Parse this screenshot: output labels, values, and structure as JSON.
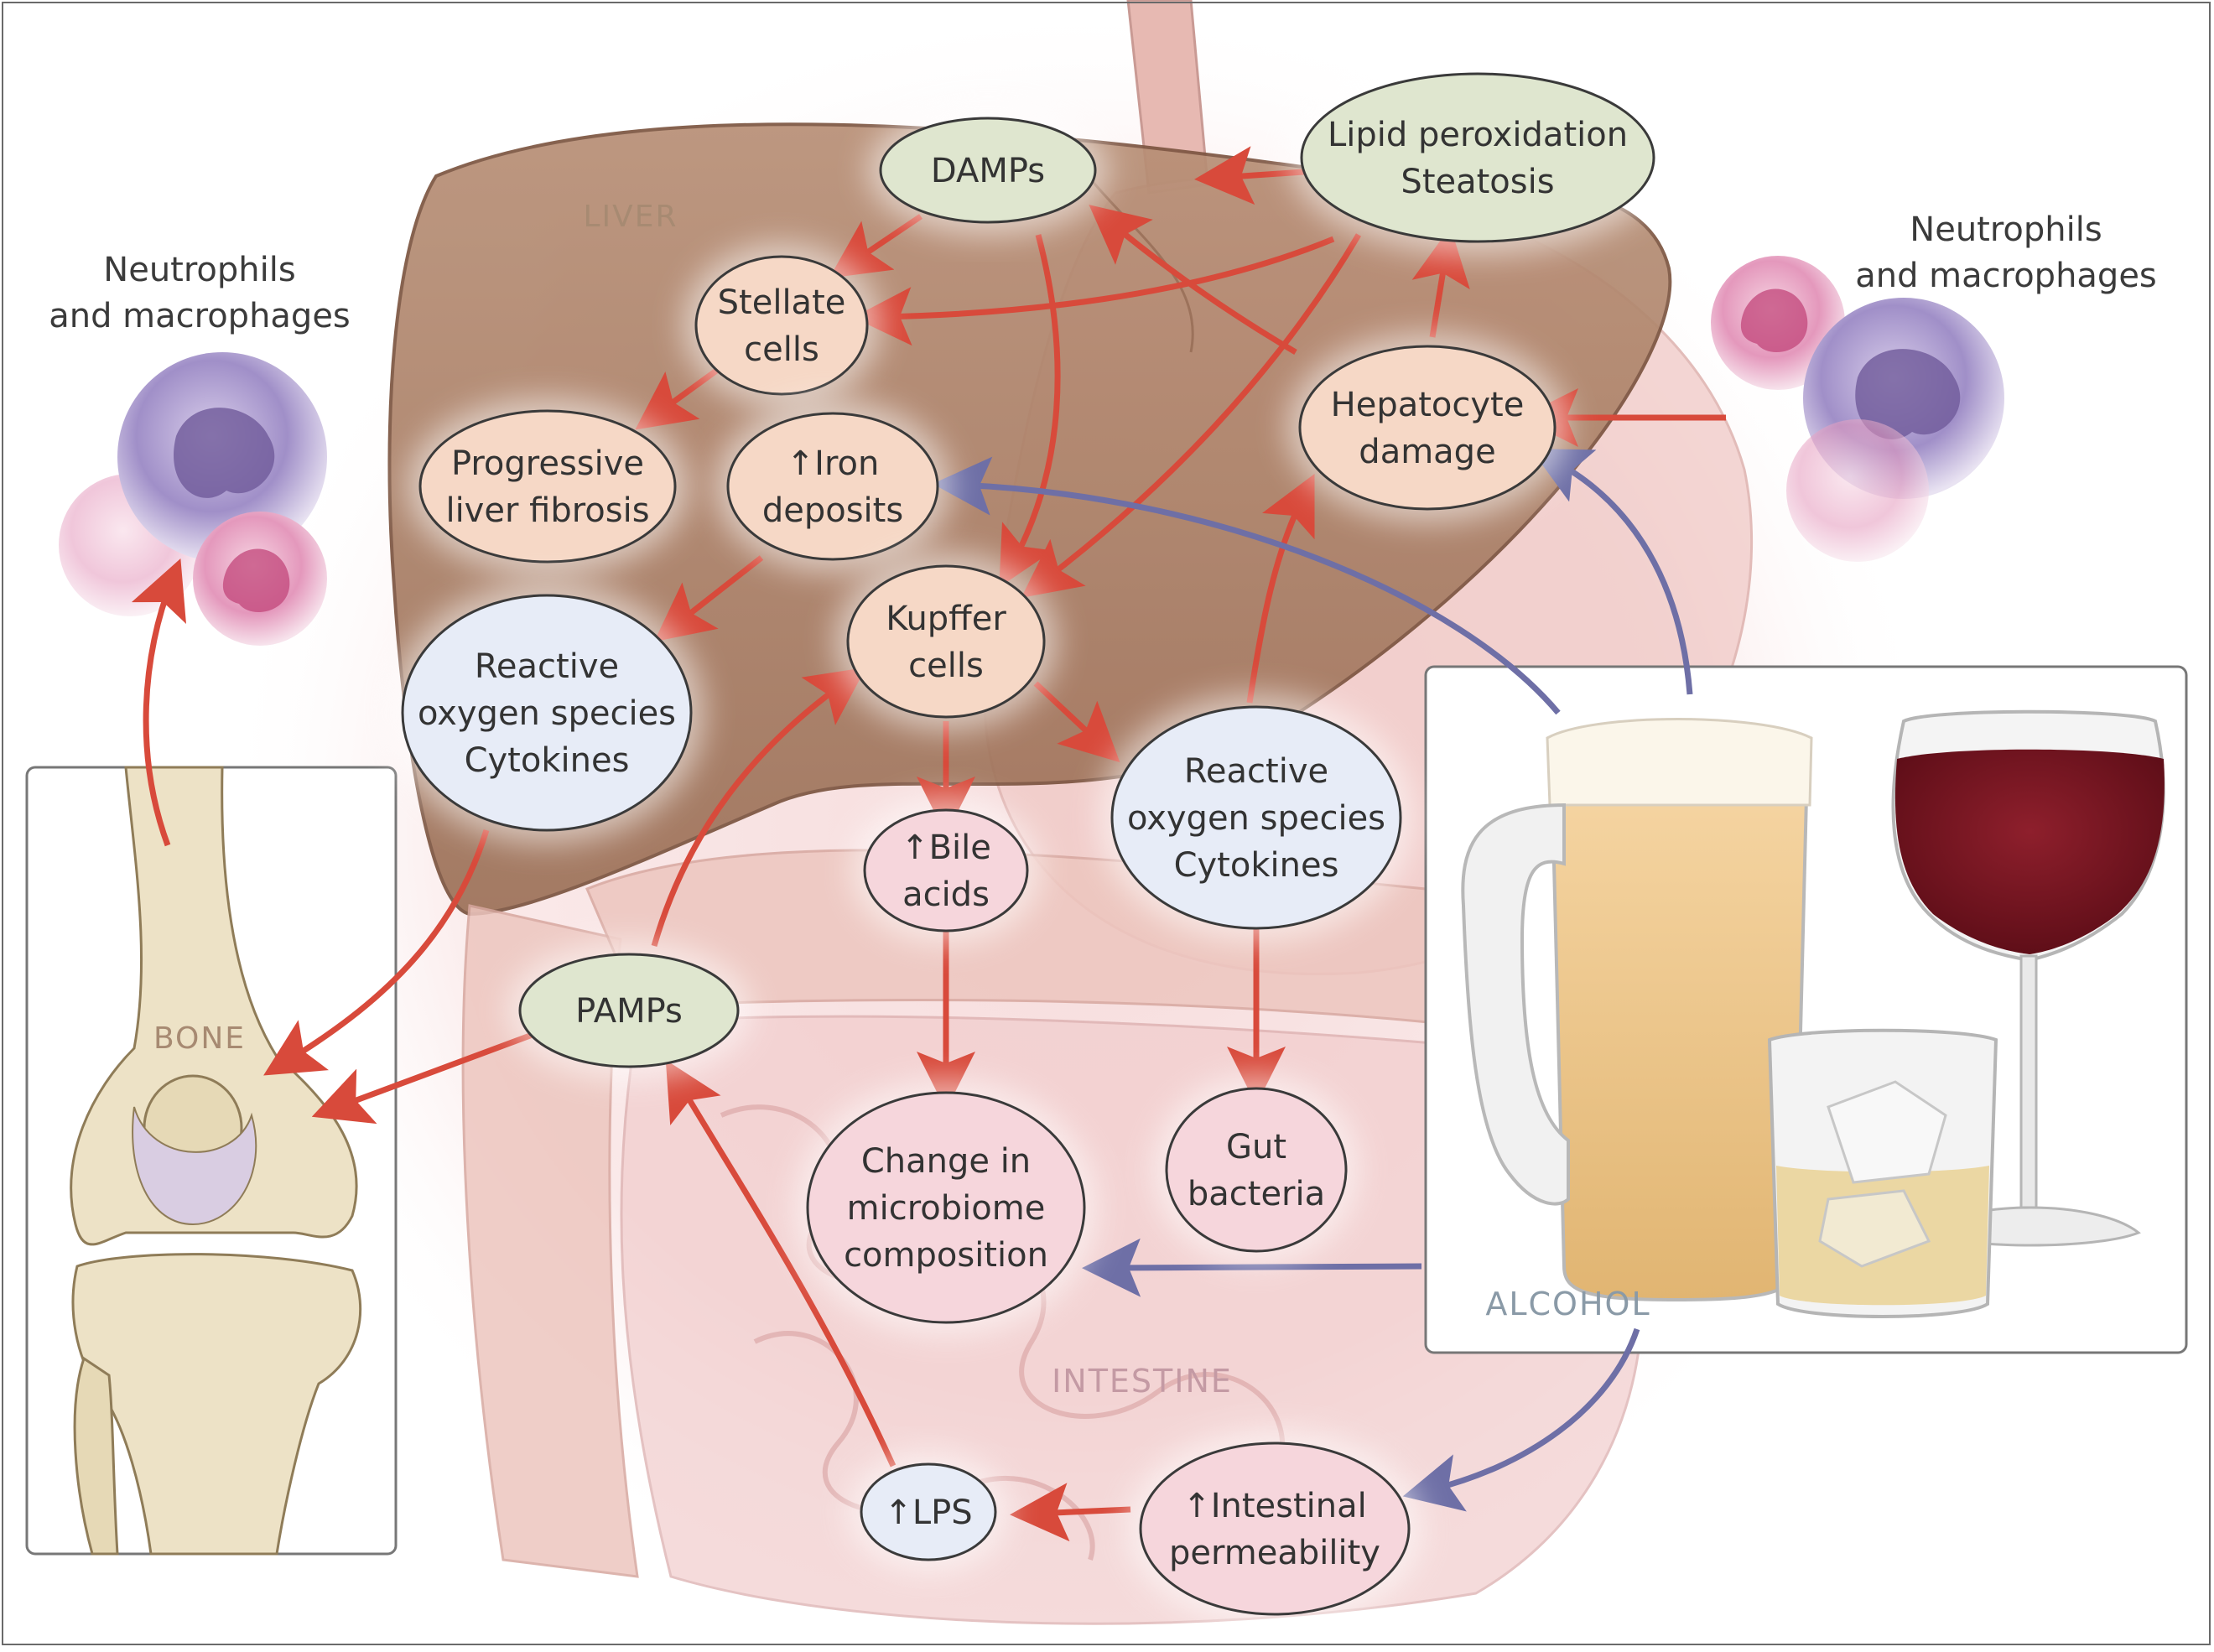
{
  "regions": {
    "liver": "LIVER",
    "bone": "BONE",
    "intestine": "INTESTINE",
    "alcohol": "ALCOHOL"
  },
  "cells_left_label": [
    "Neutrophils",
    "and macrophages"
  ],
  "cells_right_label": [
    "Neutrophils",
    "and macrophages"
  ],
  "nodes": {
    "damps": [
      "DAMPs"
    ],
    "lipid": [
      "Lipid peroxidation",
      "Steatosis"
    ],
    "stellate": [
      "Stellate",
      "cells"
    ],
    "fibrosis": [
      "Progressive",
      "liver fibrosis"
    ],
    "iron": [
      "↑Iron",
      "deposits"
    ],
    "hepatocyte": [
      "Hepatocyte",
      "damage"
    ],
    "ros_left": [
      "Reactive",
      "oxygen species",
      "Cytokines"
    ],
    "kupffer": [
      "Kupffer",
      "cells"
    ],
    "ros_right": [
      "Reactive",
      "oxygen species",
      "Cytokines"
    ],
    "bile": [
      "↑Bile",
      "acids"
    ],
    "pamps": [
      "PAMPs"
    ],
    "microbiome": [
      "Change in",
      "microbiome",
      "composition"
    ],
    "gut": [
      "Gut",
      "bacteria"
    ],
    "lps": [
      "↑LPS"
    ],
    "permeability": [
      "↑Intestinal",
      "permeability"
    ]
  },
  "colors": {
    "red_arrow": "#d84a3b",
    "blue_arrow": "#6e6fa6",
    "green_node": "#dfe6cf",
    "peach_node": "#f6d8c6",
    "blue_node": "#e7ecf7",
    "pink_node": "#f6d6dc",
    "liver": "#a97c62",
    "region_label": "#a78a72",
    "intestine_label": "#c49aa4",
    "alcohol_label": "#8a9aa7"
  }
}
